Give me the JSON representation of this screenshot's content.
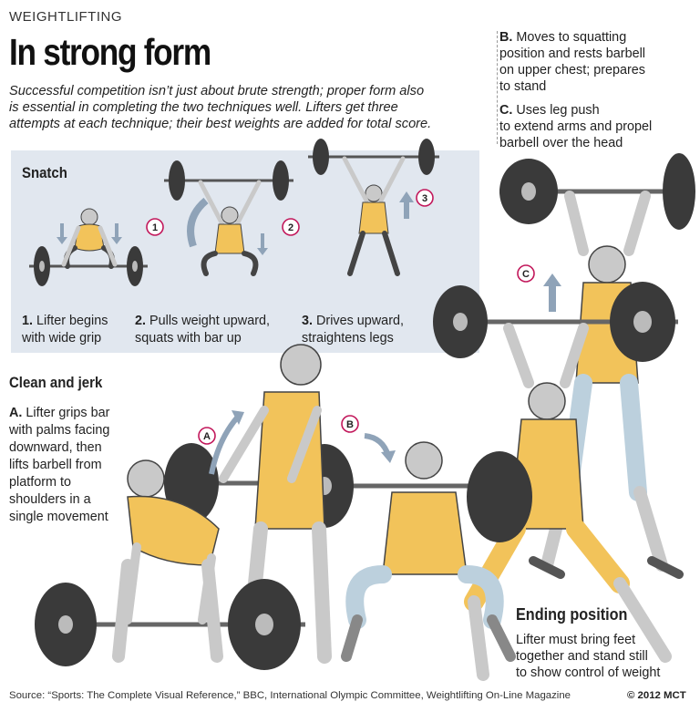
{
  "header": {
    "kicker": "WEIGHTLIFTING",
    "title": "In strong form",
    "intro_lines": [
      "Successful competition isn’t just about brute strength; proper form also",
      "is essential in completing the two techniques well. Lifters get three",
      "attempts at each technique; their best weights are added for total score."
    ]
  },
  "snatch": {
    "heading": "Snatch",
    "steps": [
      {
        "badge": "1",
        "num": "1.",
        "line1": " Lifter begins",
        "line2": "with wide grip"
      },
      {
        "badge": "2",
        "num": "2.",
        "line1": " Pulls weight upward,",
        "line2": "squats with bar up"
      },
      {
        "badge": "3",
        "num": "3.",
        "line1": " Drives upward,",
        "line2": "straightens legs"
      }
    ]
  },
  "clean_jerk": {
    "heading": "Clean and jerk",
    "step_a": {
      "badge": "A",
      "num": "A.",
      "lines": [
        " Lifter grips bar",
        "with palms facing",
        "downward, then",
        "lifts barbell from",
        "platform to",
        "shoulders in a",
        "single movement"
      ]
    },
    "step_b": {
      "badge": "B",
      "num": "B.",
      "lines": [
        " Moves to squatting",
        "position and rests barbell",
        "on upper chest; prepares",
        "to stand"
      ]
    },
    "step_c": {
      "badge": "C",
      "num": "C.",
      "lines": [
        " Uses leg push",
        "to extend arms and propel",
        "barbell over the head"
      ]
    },
    "ending": {
      "heading": "Ending position",
      "lines": [
        "Lifter must bring feet",
        "together and stand still",
        "to show control of weight"
      ]
    }
  },
  "footer": {
    "source": "Source: “Sports: The Complete Visual Reference,” BBC, International Olympic Committee, Weightlifting On-Line Magazine",
    "credit": "© 2012 MCT"
  },
  "colors": {
    "panel": "#e1e7ef",
    "badge_ring": "#c2185b",
    "arrow": "#8fa3b8",
    "singlet": "#f2c35a",
    "plate": "#3a3a3a",
    "skin": "#c9c9c9"
  }
}
